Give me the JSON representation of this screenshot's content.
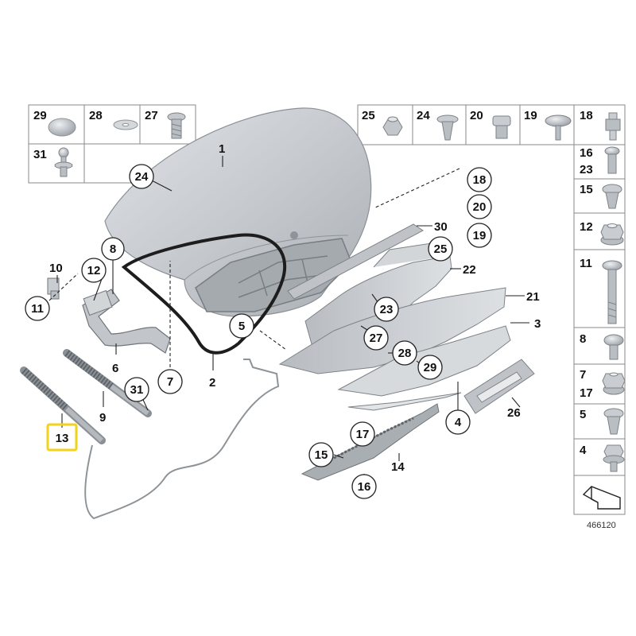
{
  "reference_number": "466120",
  "highlight_color": "#f2d21b",
  "part_color": "#c9cdd1",
  "part_dark": "#9ea4a9",
  "top_left_cells": [
    {
      "label": "29"
    },
    {
      "label": "28"
    },
    {
      "label": "27"
    },
    {
      "label": "31"
    }
  ],
  "top_right_cells": [
    {
      "label": "25"
    },
    {
      "label": "24"
    },
    {
      "label": "20"
    },
    {
      "label": "19"
    }
  ],
  "right_column_cells": [
    {
      "labels": [
        "18"
      ]
    },
    {
      "labels": [
        "16",
        "23"
      ]
    },
    {
      "labels": [
        "15"
      ]
    },
    {
      "labels": [
        "12"
      ]
    },
    {
      "labels": [
        "11"
      ]
    },
    {
      "labels": [
        "8"
      ]
    },
    {
      "labels": [
        "7",
        "17"
      ]
    },
    {
      "labels": [
        "5"
      ]
    },
    {
      "labels": [
        "4"
      ]
    }
  ],
  "callouts_circled": [
    "24",
    "8",
    "12",
    "11",
    "5",
    "7",
    "31",
    "18",
    "20",
    "19",
    "25",
    "23",
    "27",
    "28",
    "29",
    "4",
    "17",
    "15",
    "16"
  ],
  "callouts_plain": [
    "1",
    "10",
    "6",
    "2",
    "9",
    "30",
    "22",
    "21",
    "3",
    "26",
    "14"
  ],
  "highlighted_callout": "13"
}
